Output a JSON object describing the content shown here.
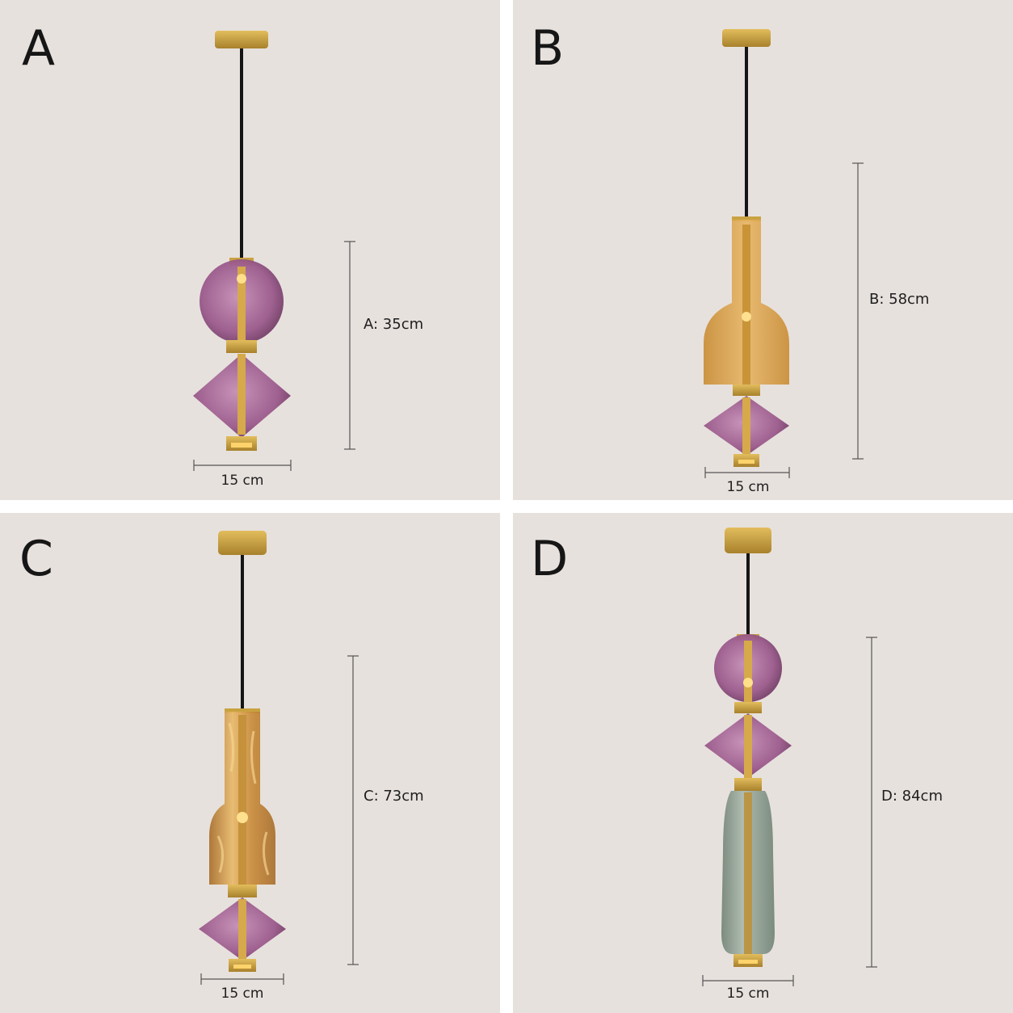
{
  "panels": [
    {
      "letter": "A",
      "height_label": "A: 35cm",
      "width_label": "15 cm"
    },
    {
      "letter": "B",
      "height_label": "B: 58cm",
      "width_label": "15 cm"
    },
    {
      "letter": "C",
      "height_label": "C: 73cm",
      "width_label": "15 cm"
    },
    {
      "letter": "D",
      "height_label": "D: 84cm",
      "width_label": "15 cm"
    }
  ],
  "colors": {
    "background": "#e7e1dd",
    "brass": "#c9a240",
    "purple_glass": "#9b5a8c",
    "amber_glass": "#d9a24a",
    "green_glass": "#8a9c8e",
    "cord": "#151515"
  }
}
